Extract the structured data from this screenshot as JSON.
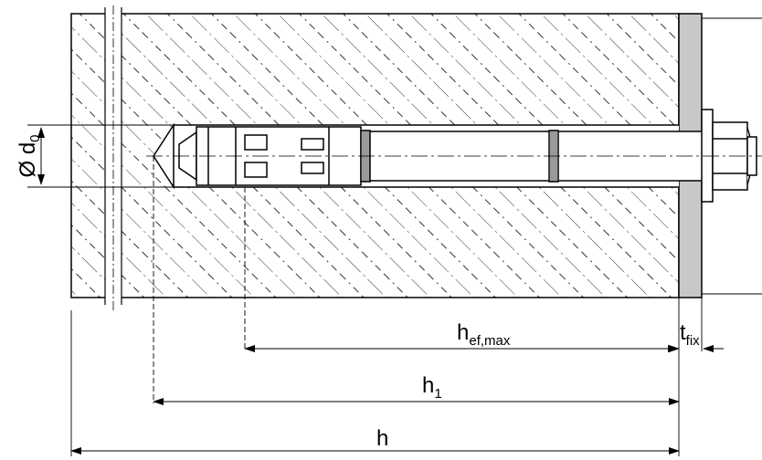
{
  "labels": {
    "diameter": {
      "symbol": "Ø d",
      "subscript": "0"
    },
    "h_ef_max": {
      "base": "h",
      "subscript": "ef,max"
    },
    "t_fix": {
      "base": "t",
      "subscript": "fix"
    },
    "h1": {
      "base": "h",
      "subscript": "1"
    },
    "h": {
      "base": "h"
    }
  },
  "colors": {
    "line": "#000000",
    "hatch": "#333333",
    "plate": "#c8c8c8",
    "anchor": "#ffffff"
  }
}
